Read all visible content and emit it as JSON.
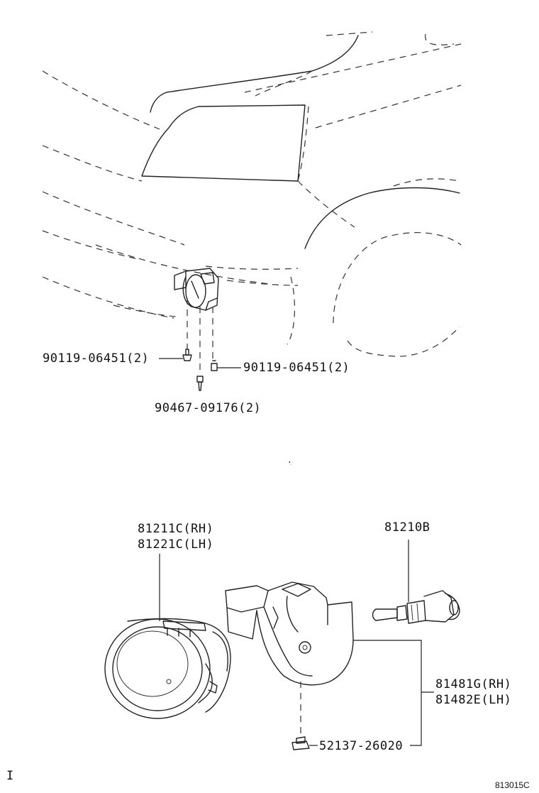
{
  "labels": {
    "bolt_left": "90119-06451(2)",
    "bolt_right": "90119-06451(2)",
    "screw_bottom": "90467-09176(2)",
    "fog_lamp": [
      "81211C(RH)",
      "81221C(LH)"
    ],
    "bulb": "81210B",
    "bracket": [
      "81481G(RH)",
      "81482E(LH)"
    ],
    "nut": "52137-26020",
    "corner_mark": "I",
    "figure_code": "813015C"
  }
}
